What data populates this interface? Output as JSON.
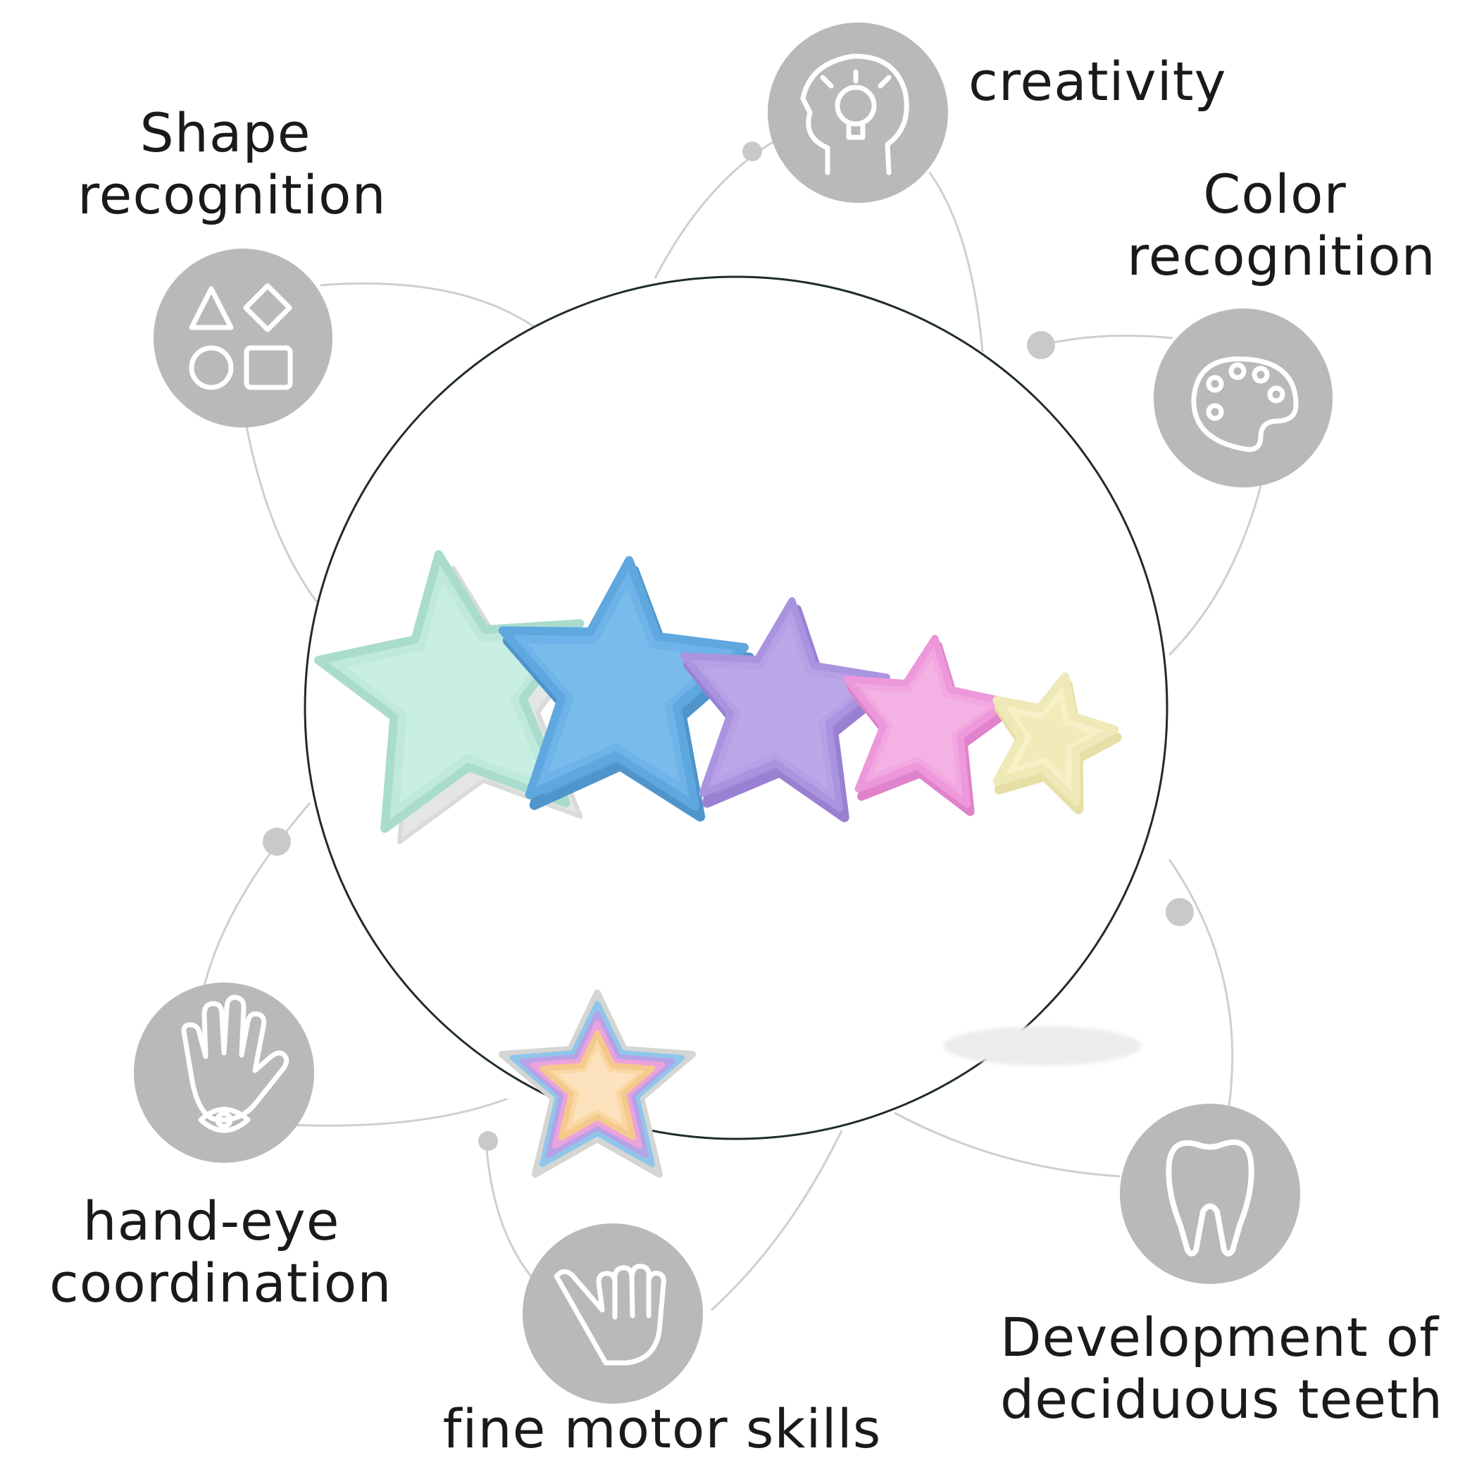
{
  "colors": {
    "icon_bg": "#b9b9b9",
    "icon_stroke": "#ffffff",
    "connector": "#cfcfcf",
    "ring": "#1f2b2e",
    "star_mint": "#bfe9dc",
    "star_blue": "#6fb4e8",
    "star_purple": "#b7a0e6",
    "star_pink": "#f2a7e0",
    "star_cream": "#f6f1c6",
    "star_peach": "#fbd7a3"
  },
  "features": [
    {
      "id": "creativity",
      "icon": "head-lightbulb-icon",
      "lines": [
        "creativity"
      ]
    },
    {
      "id": "shape",
      "icon": "shapes-icon",
      "lines": [
        "Shape",
        "recognition"
      ]
    },
    {
      "id": "color",
      "icon": "palette-icon",
      "lines": [
        "Color",
        "recognition"
      ]
    },
    {
      "id": "handeye",
      "icon": "hand-eye-icon",
      "lines": [
        "hand-eye",
        "coordination"
      ]
    },
    {
      "id": "finemotor",
      "icon": "pinch-hand-icon",
      "lines": [
        "fine motor skills"
      ]
    },
    {
      "id": "teeth",
      "icon": "tooth-icon",
      "lines": [
        "Development of",
        "deciduous teeth"
      ]
    }
  ],
  "product": {
    "name": "stacking-star-cups",
    "item_count": 5
  }
}
